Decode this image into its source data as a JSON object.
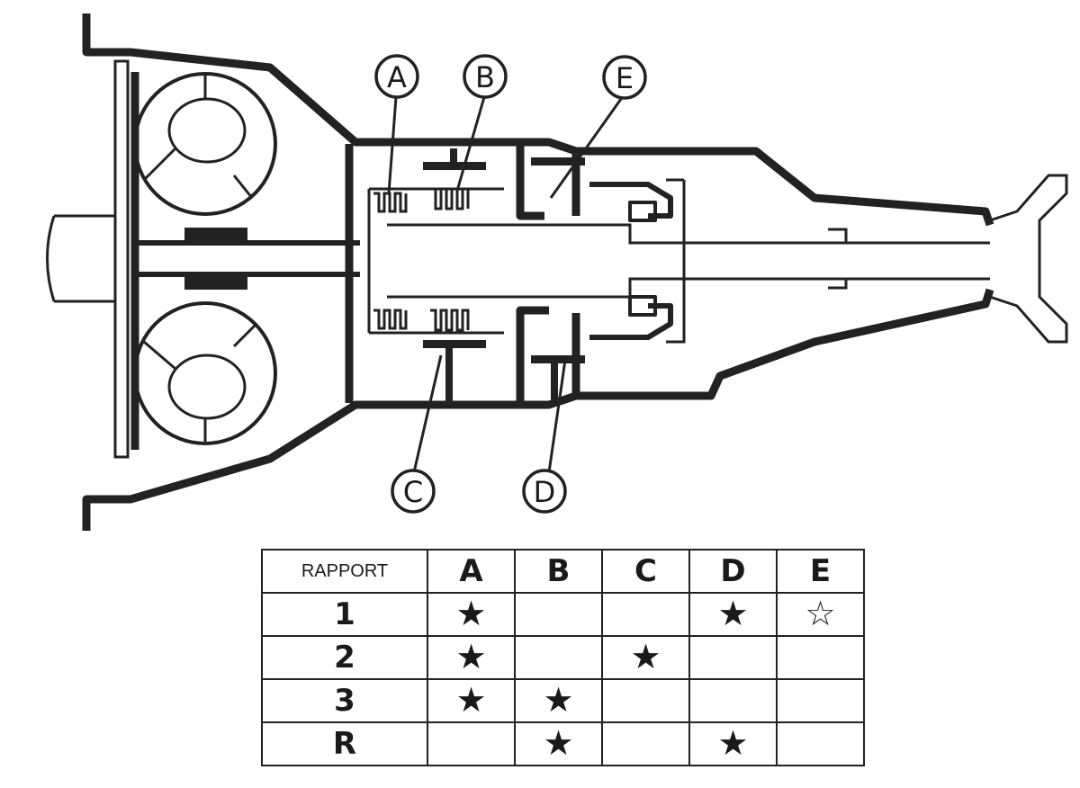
{
  "diagram": {
    "callouts": [
      {
        "id": "a",
        "label": "A"
      },
      {
        "id": "b",
        "label": "B"
      },
      {
        "id": "e",
        "label": "E"
      },
      {
        "id": "c",
        "label": "C"
      },
      {
        "id": "d",
        "label": "D"
      }
    ]
  },
  "table": {
    "header": "RAPPORT",
    "columns": [
      "A",
      "B",
      "C",
      "D",
      "E"
    ],
    "rows": [
      {
        "gear": "1",
        "cells": [
          "★",
          "",
          "",
          "★",
          "☆"
        ]
      },
      {
        "gear": "2",
        "cells": [
          "★",
          "",
          "★",
          "",
          ""
        ]
      },
      {
        "gear": "3",
        "cells": [
          "★",
          "★",
          "",
          "",
          ""
        ]
      },
      {
        "gear": "R",
        "cells": [
          "",
          "★",
          "",
          "★",
          ""
        ]
      }
    ]
  }
}
